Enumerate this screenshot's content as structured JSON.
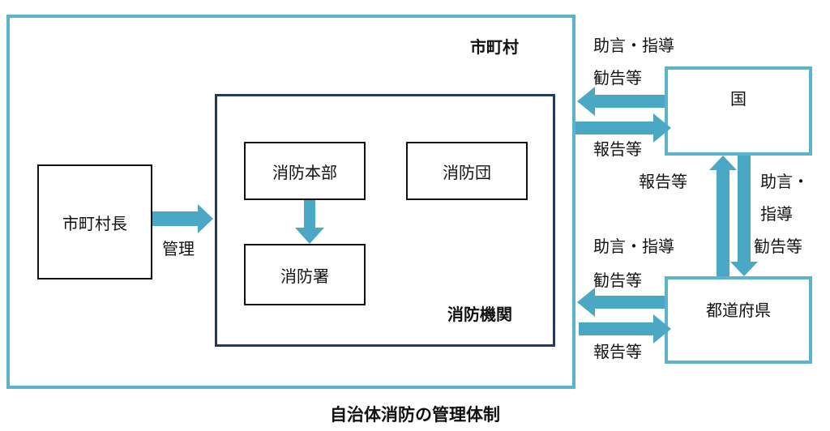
{
  "diagram": {
    "municipality_label": "市町村",
    "fire_org_label": "消防機関",
    "mayor": "市町村長",
    "hq": "消防本部",
    "brigade": "消防団",
    "station": "消防署",
    "country": "国",
    "prefecture": "都道府県",
    "management": "管理",
    "caption": "自治体消防の管理体制",
    "top_advice": "助言・指導",
    "top_recommend": "勧告等",
    "top_report": "報告等",
    "mid_report": "報告等",
    "mid_advice_1": "助言・",
    "mid_advice_2": "指導",
    "mid_recommend": "勧告等",
    "bottom_advice": "助言・指導",
    "bottom_recommend": "勧告等",
    "bottom_report": "報告等"
  },
  "colors": {
    "outer_border": "#5bb3cc",
    "inner_border": "#203a60",
    "arrow": "#4ba8c5"
  }
}
